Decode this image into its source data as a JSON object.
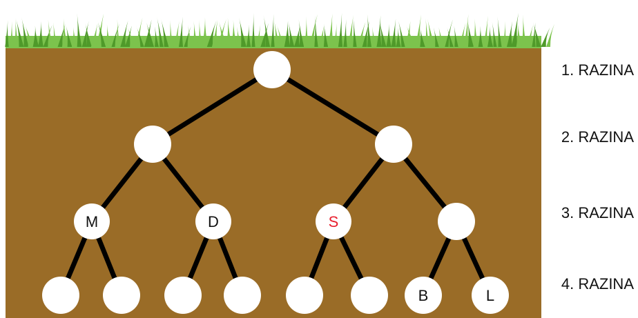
{
  "colors": {
    "soil": "#9a6c27",
    "grass_light": "#7cc34d",
    "grass_dark": "#4f9a2a",
    "node_fill": "#ffffff",
    "edge": "#000000",
    "label_default": "#111111",
    "label_highlight": "#e8202f"
  },
  "levels": [
    "1. RAZINA",
    "2. RAZINA",
    "3. RAZINA",
    "4. RAZINA"
  ],
  "tree": {
    "nodes": [
      {
        "id": "root",
        "label": ""
      },
      {
        "id": "l2-left",
        "label": ""
      },
      {
        "id": "l2-right",
        "label": ""
      },
      {
        "id": "l3-m",
        "label": "M"
      },
      {
        "id": "l3-d",
        "label": "D"
      },
      {
        "id": "l3-s",
        "label": "S",
        "highlight": true
      },
      {
        "id": "l3-empty",
        "label": ""
      },
      {
        "id": "l4-1",
        "label": ""
      },
      {
        "id": "l4-2",
        "label": ""
      },
      {
        "id": "l4-3",
        "label": ""
      },
      {
        "id": "l4-4",
        "label": ""
      },
      {
        "id": "l4-5",
        "label": ""
      },
      {
        "id": "l4-6",
        "label": ""
      },
      {
        "id": "l4-b",
        "label": "B"
      },
      {
        "id": "l4-l",
        "label": "L"
      }
    ],
    "edges": [
      [
        "root",
        "l2-left"
      ],
      [
        "root",
        "l2-right"
      ],
      [
        "l2-left",
        "l3-m"
      ],
      [
        "l2-left",
        "l3-d"
      ],
      [
        "l2-right",
        "l3-s"
      ],
      [
        "l2-right",
        "l3-empty"
      ],
      [
        "l3-m",
        "l4-1"
      ],
      [
        "l3-m",
        "l4-2"
      ],
      [
        "l3-d",
        "l4-3"
      ],
      [
        "l3-d",
        "l4-4"
      ],
      [
        "l3-s",
        "l4-5"
      ],
      [
        "l3-s",
        "l4-6"
      ],
      [
        "l3-empty",
        "l4-b"
      ],
      [
        "l3-empty",
        "l4-l"
      ]
    ]
  }
}
